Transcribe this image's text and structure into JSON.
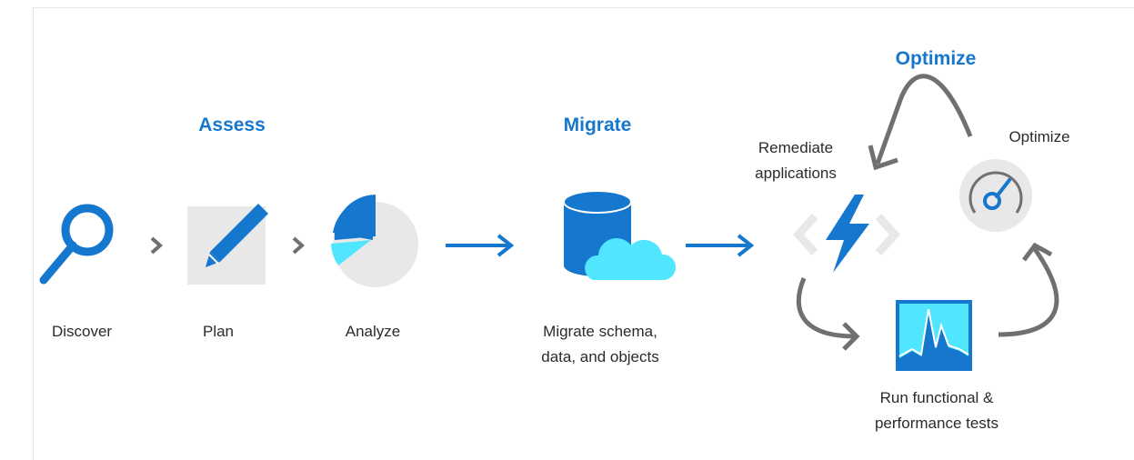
{
  "headings": {
    "assess": "Assess",
    "migrate": "Migrate",
    "optimize": "Optimize"
  },
  "steps": {
    "discover": "Discover",
    "plan": "Plan",
    "analyze": "Analyze",
    "migrate_line1": "Migrate schema,",
    "migrate_line2": "data, and objects",
    "remediate_line1": "Remediate",
    "remediate_line2": "applications",
    "optimize": "Optimize",
    "tests_line1": "Run functional &",
    "tests_line2": "performance tests"
  },
  "icons": {
    "discover": "magnifier-icon",
    "plan": "pencil-icon",
    "analyze": "pie-chart-icon",
    "migrate": "database-cloud-icon",
    "remediate": "code-lightning-icon",
    "optimize": "gauge-icon",
    "tests": "performance-graph-icon"
  },
  "colors": {
    "accent_blue": "#1677cf",
    "light_cyan": "#50e6ff",
    "gray_icon": "#707070",
    "light_gray": "#e8e8e8"
  }
}
